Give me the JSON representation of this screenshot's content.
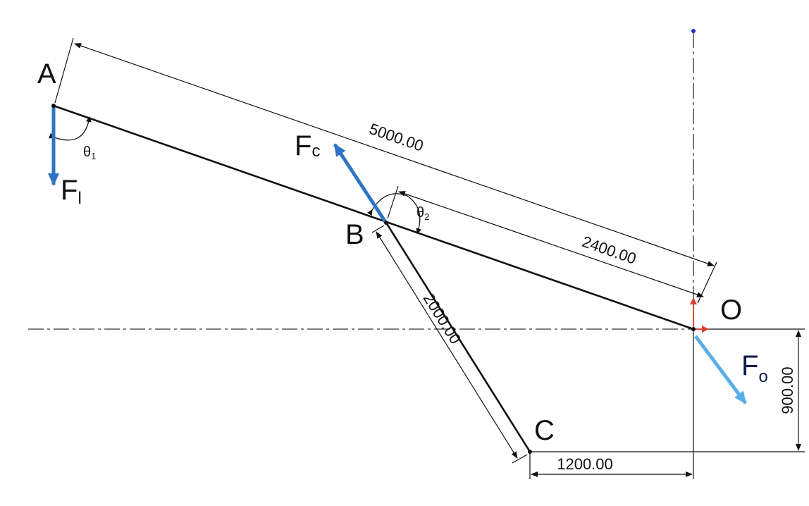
{
  "points": {
    "A": "A",
    "B": "B",
    "C": "C",
    "O": "O"
  },
  "forces": {
    "F_l": {
      "base": "F",
      "sub": "l",
      "color": "#2e74c4"
    },
    "F_c": {
      "base": "F",
      "sub": "c",
      "color": "#2e74c4"
    },
    "F_o": {
      "base": "F",
      "sub": "o",
      "color": "#5aaee8"
    }
  },
  "angles": {
    "theta1": {
      "base": "θ",
      "sub": "1"
    },
    "theta2": {
      "base": "θ",
      "sub": "2"
    }
  },
  "dimensions": {
    "AO": "5000.00",
    "BO": "2400.00",
    "BC": "2000.00",
    "C_to_O_horizontal": "1200.00",
    "C_to_O_vertical": "900.00"
  },
  "colors": {
    "member": "#111111",
    "centerline": "#333333",
    "axis_red": "#e23b2e",
    "origin_blue": "#1a2fd0"
  }
}
